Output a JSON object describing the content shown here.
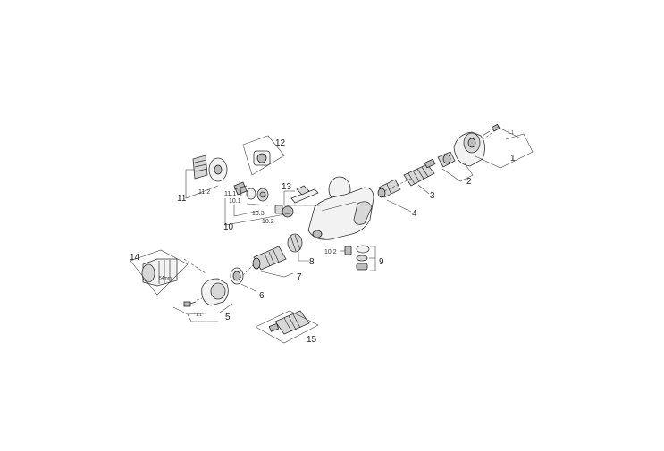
{
  "labels": {
    "p1": "1",
    "p1_1a": "1.1",
    "p2": "2",
    "p3": "3",
    "p4": "4",
    "p5": "5",
    "p5_1": "1.1",
    "p6": "6",
    "p7": "7",
    "p8": "8",
    "p9": "9",
    "p10": "10",
    "p10_1": "10.1",
    "p10_2": "10.2",
    "p10_3": "10.3",
    "p10_2b": "10.2",
    "p11": "11",
    "p11_1": "11.1",
    "p11_2": "11.2",
    "p12": "12",
    "p13": "13",
    "p14": "14",
    "p15": "15",
    "dim_54mm": "54mm"
  }
}
